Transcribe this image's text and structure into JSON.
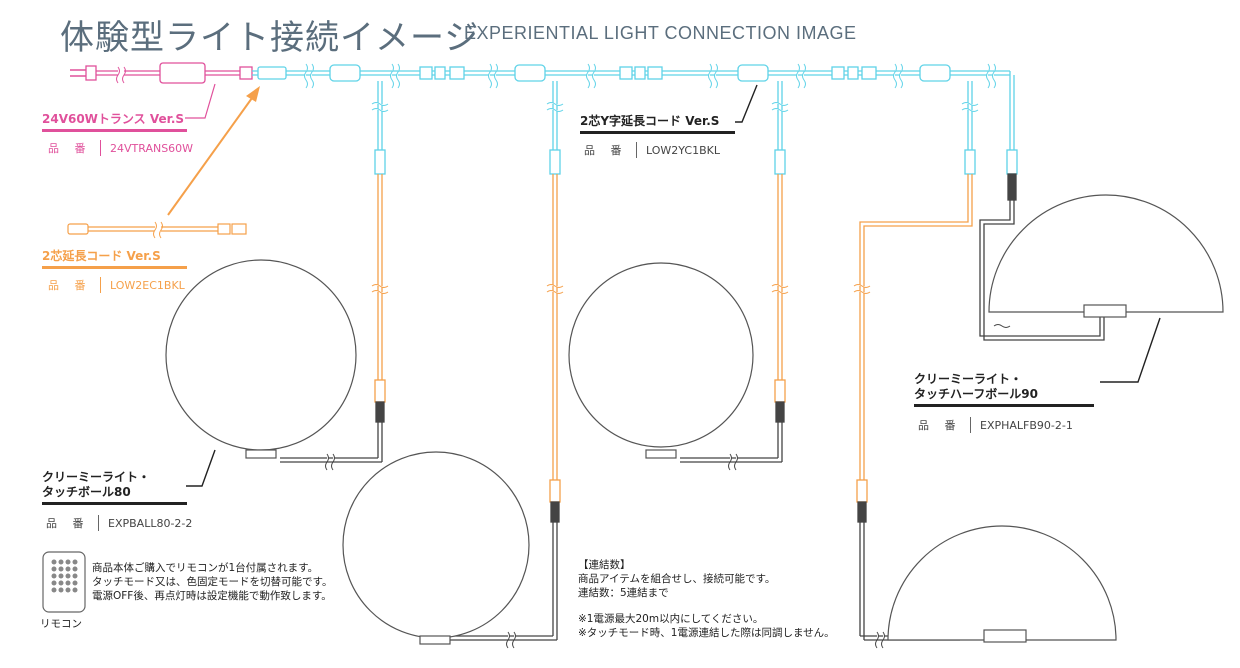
{
  "header": {
    "title": "体験型ライト接続イメージ",
    "subtitle": "EXPERIENTIAL LIGHT CONNECTION IMAGE"
  },
  "colors": {
    "title": "#5b6e7d",
    "transformer": "#e0509b",
    "extension_cord": "#f5a04a",
    "y_cord": "#5fd3e8",
    "lamp_cord": "#444444",
    "label_rule": "#222222"
  },
  "products": {
    "transformer": {
      "name": "24V60Wトランス Ver.S",
      "code_label": "品 番",
      "code": "24VTRANS60W"
    },
    "extension_cord": {
      "name": "2芯延長コード Ver.S",
      "code_label": "品 番",
      "code": "LOW2EC1BKL"
    },
    "y_cord": {
      "name": "2芯Y字延長コード Ver.S",
      "code_label": "品 番",
      "code": "LOW2YC1BKL"
    },
    "ball80": {
      "name_line1": "クリーミーライト・",
      "name_line2": "タッチボール80",
      "code_label": "品 番",
      "code": "EXPBALL80-2-2"
    },
    "halfball90": {
      "name_line1": "クリーミーライト・",
      "name_line2": "タッチハーフボール90",
      "code_label": "品 番",
      "code": "EXPHALFB90-2-1"
    }
  },
  "remote": {
    "caption": "リモコン",
    "lines": [
      "商品本体ご購入でリモコンが1台付属されます。",
      "タッチモード又は、色固定モードを切替可能です。",
      "電源OFF後、再点灯時は設定機能で動作致します。"
    ]
  },
  "connection_info": {
    "heading": "【連結数】",
    "lines": [
      "商品アイテムを組合せし、接続可能です。",
      "連結数：5連結まで"
    ],
    "notes": [
      "※1電源最大20m以内にしてください。",
      "※タッチモード時、1電源連結した際は同調しません。"
    ]
  }
}
